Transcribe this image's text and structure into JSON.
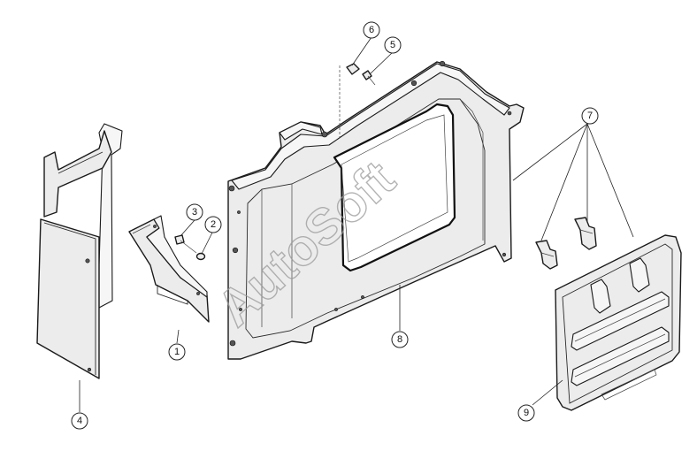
{
  "diagram": {
    "callouts": [
      {
        "id": "1",
        "label": "1"
      },
      {
        "id": "2",
        "label": "2"
      },
      {
        "id": "3",
        "label": "3"
      },
      {
        "id": "4",
        "label": "4"
      },
      {
        "id": "5",
        "label": "5"
      },
      {
        "id": "6",
        "label": "6"
      },
      {
        "id": "7",
        "label": "7"
      },
      {
        "id": "8",
        "label": "8"
      },
      {
        "id": "9",
        "label": "9"
      }
    ],
    "watermark": "AutoSoft",
    "colors": {
      "line": "#1a1a1a",
      "fill": "#ececec",
      "watermark": "#9a9a9a"
    }
  }
}
